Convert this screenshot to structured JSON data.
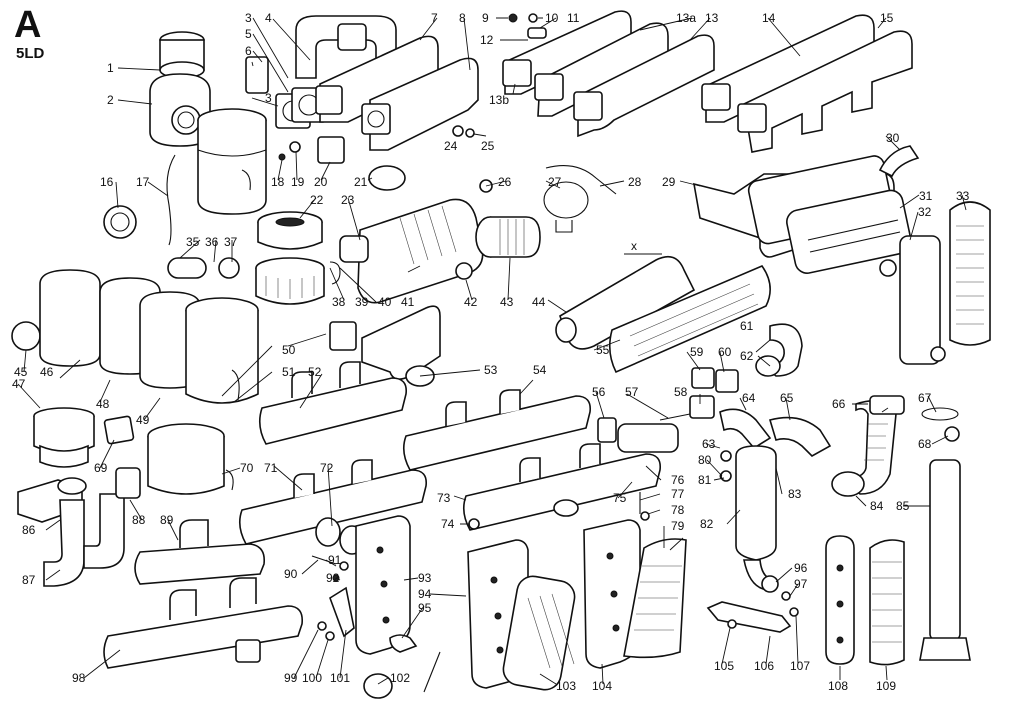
{
  "header": {
    "letter": "A",
    "model": "5LD"
  },
  "callouts": [
    "1",
    "2",
    "3",
    "4",
    "5",
    "6",
    "3",
    "7",
    "8",
    "9",
    "10",
    "11",
    "12",
    "13a",
    "13",
    "14",
    "15",
    "13b",
    "16",
    "17",
    "18",
    "19",
    "20",
    "21",
    "22",
    "23",
    "24",
    "25",
    "26",
    "27",
    "28",
    "29",
    "30",
    "31",
    "32",
    "33",
    "35",
    "36",
    "37",
    "38",
    "39",
    "40",
    "41",
    "42",
    "43",
    "44",
    "x",
    "45",
    "46",
    "47",
    "48",
    "49",
    "50",
    "51",
    "52",
    "53",
    "54",
    "55",
    "56",
    "57",
    "58",
    "59",
    "60",
    "61",
    "62",
    "63",
    "64",
    "65",
    "66",
    "67",
    "68",
    "69",
    "70",
    "71",
    "72",
    "73",
    "74",
    "75",
    "76",
    "77",
    "78",
    "79",
    "80",
    "81",
    "82",
    "83",
    "84",
    "85",
    "86",
    "87",
    "88",
    "89",
    "90",
    "91",
    "92",
    "93",
    "94",
    "95",
    "96",
    "97",
    "98",
    "99",
    "100",
    "101",
    "102",
    "103",
    "104",
    "105",
    "106",
    "107",
    "108",
    "109"
  ]
}
